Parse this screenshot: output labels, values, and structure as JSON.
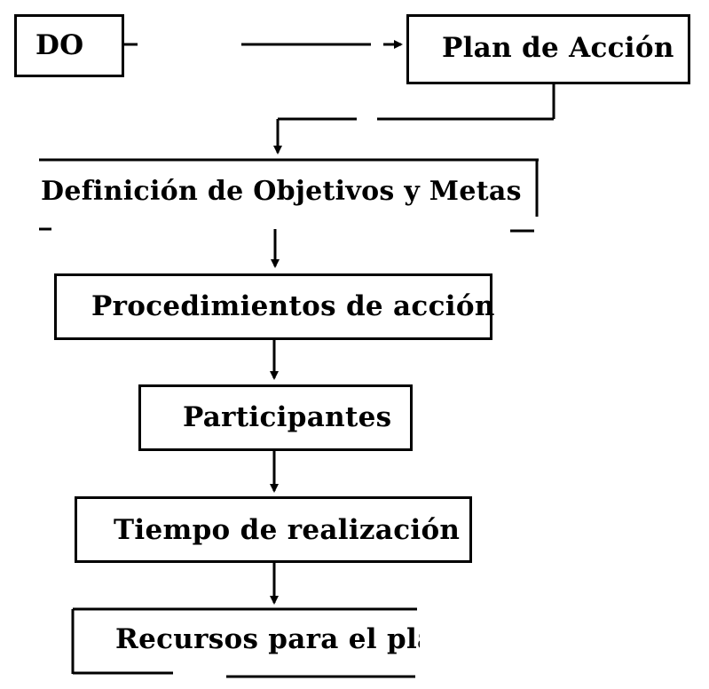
{
  "nodes": {
    "do": "DO",
    "plan_accion": "Plan de Acción",
    "objetivos_metas": "Definición de Objetivos y Metas",
    "procedimientos": "Procedimientos de acción",
    "participantes": "Participantes",
    "tiempo": "Tiempo de realización",
    "recursos": "Recursos para el plar"
  },
  "colors": {
    "ink": "#000000",
    "paper": "#ffffff"
  }
}
